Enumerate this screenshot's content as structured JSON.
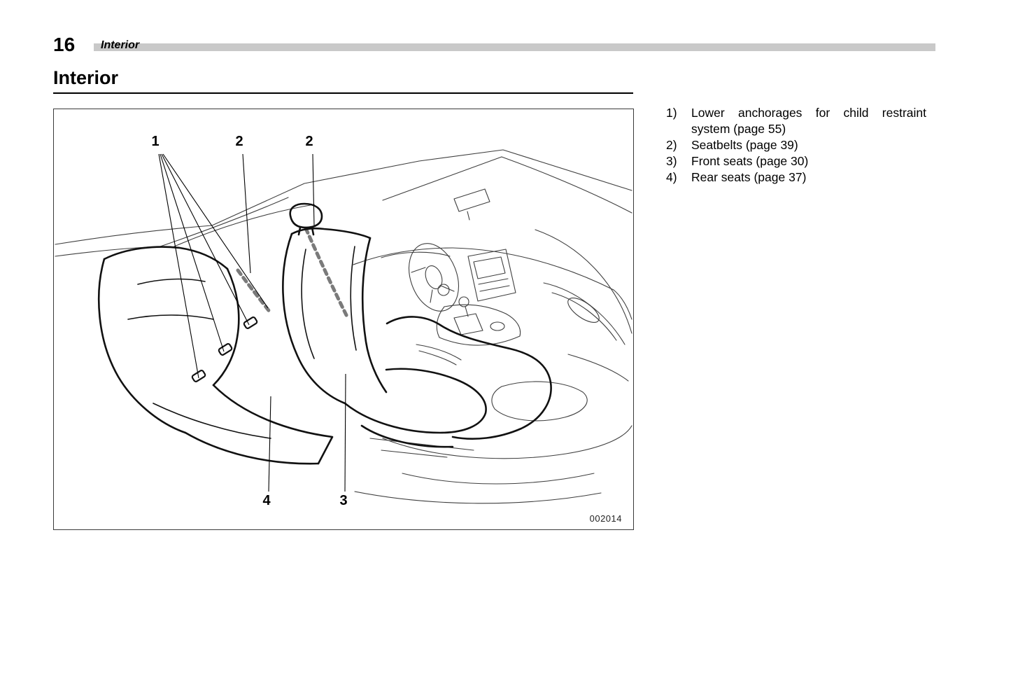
{
  "colors": {
    "header_bar": "#c9c9c9",
    "text": "#000000"
  },
  "page": {
    "number": "16",
    "section": "Interior",
    "title": "Interior"
  },
  "figure": {
    "code": "002014",
    "callouts": {
      "c1": "1",
      "c2a": "2",
      "c2b": "2",
      "c3": "3",
      "c4": "4"
    }
  },
  "legend": {
    "items": [
      {
        "num": "1)",
        "text": "Lower anchorages for child restraint system (page 55)"
      },
      {
        "num": "2)",
        "text": "Seatbelts (page 39)"
      },
      {
        "num": "3)",
        "text": "Front seats (page 30)"
      },
      {
        "num": "4)",
        "text": "Rear seats (page 37)"
      }
    ]
  }
}
